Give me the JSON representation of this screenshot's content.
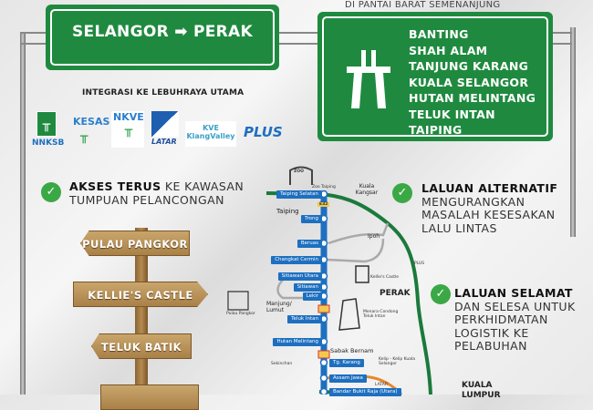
{
  "header_fragment": "DI PANTAI BARAT SEMENANJUNG",
  "sign_main": {
    "from": "SELANGOR",
    "to": "PERAK",
    "arrow_icon": "arrow-right-icon"
  },
  "sign_destinations": {
    "icon": "highway-icon",
    "items": [
      "BANTING",
      "SHAH ALAM",
      "TANJUNG KARANG",
      "KUALA SELANGOR",
      "HUTAN MELINTANG",
      "TELUK INTAN",
      "TAIPING"
    ]
  },
  "integration": {
    "title": "INTEGRASI KE LEBUHRAYA UTAMA",
    "logos": [
      "NNKSB",
      "KESAS",
      "NKVE",
      "LATAR",
      "KVE KlangValley",
      "PLUS"
    ]
  },
  "features": [
    {
      "bold": "AKSES TERUS",
      "rest": "KE KAWASAN TUMPUAN PELANCONGAN"
    },
    {
      "bold": "LALUAN ALTERNATIF",
      "rest": "MENGURANGKAN MASALAH KESESAKAN LALU LINTAS"
    },
    {
      "bold": "LALUAN SELAMAT",
      "rest": "DAN SELESA UNTUK PERKHIDMATAN LOGISTIK KE PELABUHAN"
    }
  ],
  "signposts": [
    "PULAU PANGKOR",
    "KELLIE'S CASTLE",
    "TELUK BATIK"
  ],
  "map": {
    "stations": [
      "Taiping Selatan",
      "Trong",
      "Beruas",
      "Changkat Cermin",
      "Sitiawan Utara",
      "Sitiawan",
      "Lekir",
      "Teluk Intan",
      "Hutan Melintang",
      "Tg. Karang",
      "Assam Jawa",
      "Bandar Bukit Raja (Utara)"
    ],
    "places": {
      "taiping": "Taiping",
      "kuala_kangsar": "Kuala Kangsar",
      "ipoh": "Ipoh",
      "manjung": "Manjung/ Lumut",
      "perak": "PERAK",
      "sabak": "Sabak Bernam",
      "kuala_lumpur": "KUALA LUMPUR",
      "zoo": "ZOO",
      "zoo_label": "Zoo Taiping",
      "kellie": "Kellie's Castle",
      "menara": "Menara Condong Teluk Intan",
      "kelip": "Kelip - Kelip Kuala Selangor",
      "sekinchan": "Sekinchan",
      "latar": "LATAR",
      "plus": "PLUS",
      "pangkor": "Pulau Pangkor",
      "route": "E32"
    },
    "colors": {
      "wcE": "#1e6fc0",
      "plus": "#1a7a3c",
      "latar": "#e8862a",
      "link": "#aaaaaa"
    }
  },
  "colors": {
    "sign_green": "#1f8a3f",
    "check_green": "#3aa845"
  }
}
